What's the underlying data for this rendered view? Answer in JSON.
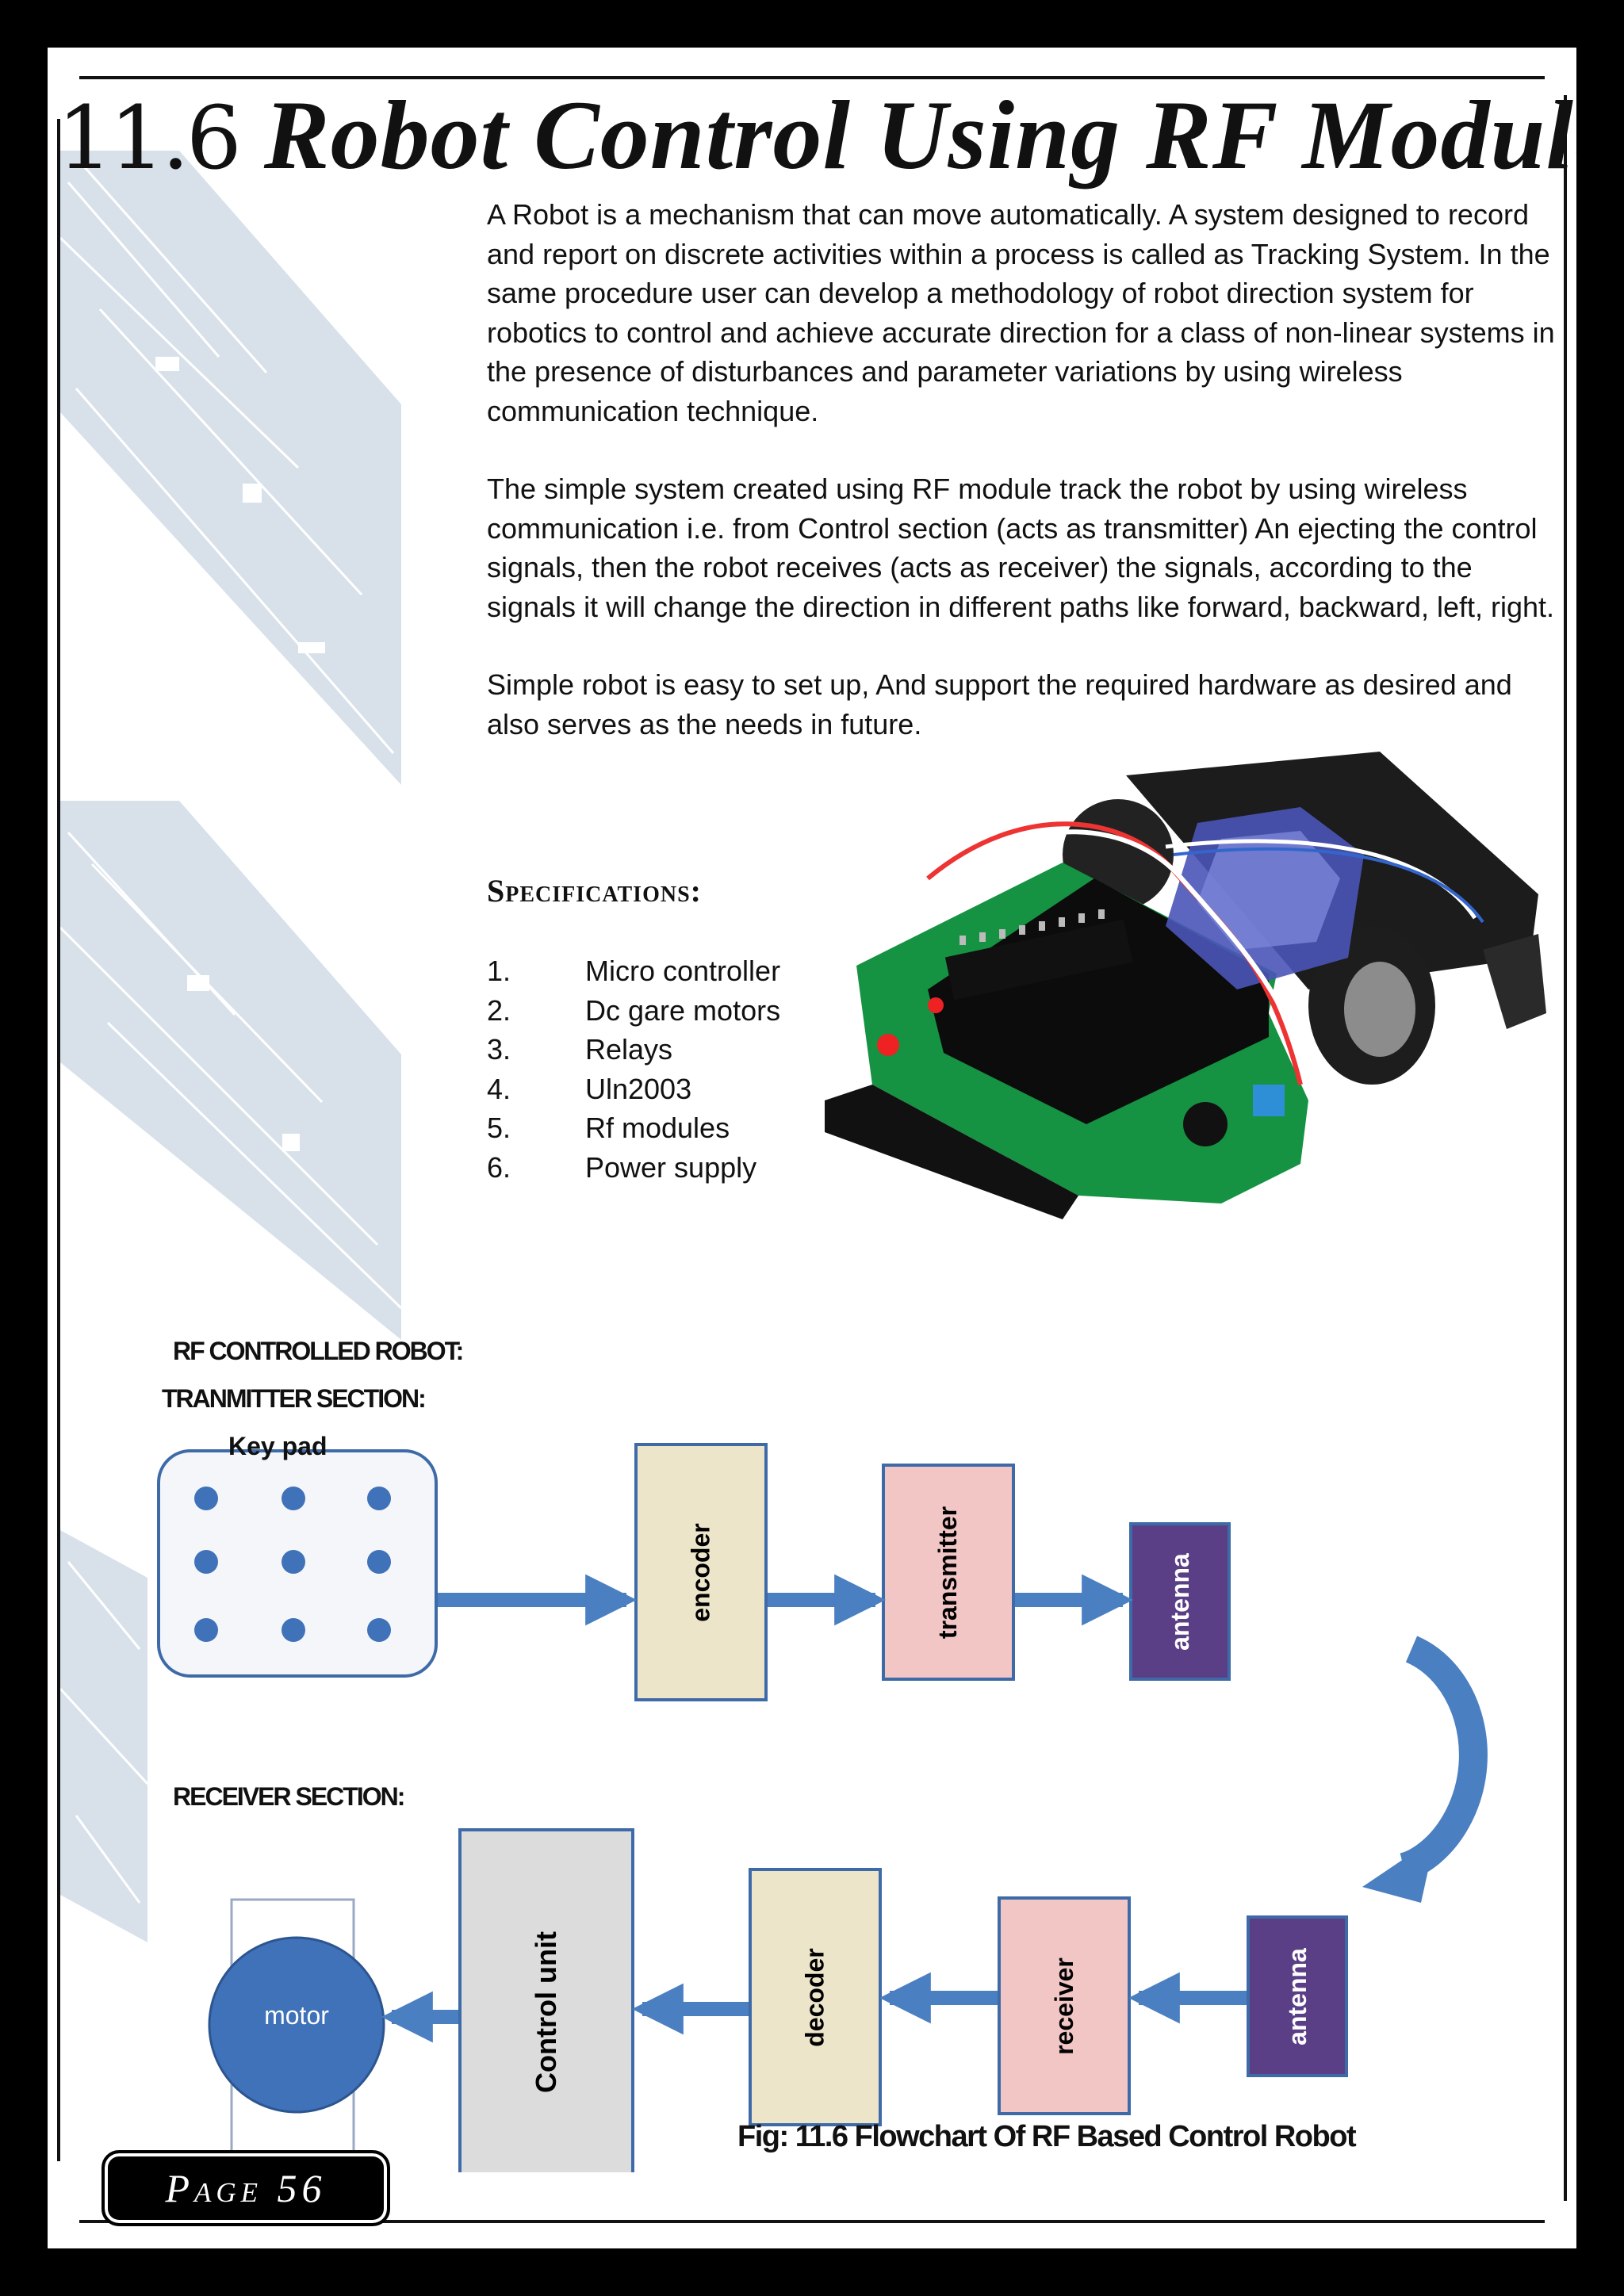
{
  "header": {
    "number": "11.6",
    "title": "Robot Control Using RF Module"
  },
  "paragraphs": [
    "A Robot is a mechanism that can move automatically. A system designed to record and report on discrete activities within a process is called as Tracking System. In the same procedure user can develop a methodology of robot direction system for robotics to control and achieve accurate direction for a class of non-linear systems in the presence of disturbances and parameter variations by using wireless communication technique.",
    "The simple system created using RF module track the robot by using wireless communication i.e. from Control section (acts as transmitter) An ejecting the control signals, then the robot receives (acts as receiver) the signals, according to the signals it will change the direction in different paths like forward, backward, left, right.",
    "Simple robot is easy to set up, And support the required hardware as desired and also serves as the needs in future."
  ],
  "specifications": {
    "title": "Specifications:",
    "items": [
      {
        "num": "1.",
        "text": "Micro controller"
      },
      {
        "num": "2.",
        "text": "Dc gare motors"
      },
      {
        "num": "3.",
        "text": "Relays"
      },
      {
        "num": "4.",
        "text": "Uln2003"
      },
      {
        "num": "5.",
        "text": "Rf modules"
      },
      {
        "num": "6.",
        "text": "Power supply"
      }
    ]
  },
  "diagram": {
    "heading": "RF CONTROLLED ROBOT:",
    "transmitter_heading": "TRANMITTER SECTION:",
    "keypad_label": "Key pad",
    "encoder": "encoder",
    "transmitter": "transmitter",
    "antenna_tx": "antenna",
    "receiver_heading": "RECEIVER SECTION:",
    "motor": "motor",
    "control_unit": "Control unit",
    "decoder": "decoder",
    "receiver": "receiver",
    "antenna_rx": "antenna",
    "colors": {
      "arrow": "#4a7fc1",
      "encoder": "#ece5c9",
      "transmitter": "#f3c6c6",
      "antenna": "#5b3f86",
      "control": "#dcdcdc",
      "motor": "#3f72b8"
    }
  },
  "caption": "Fig: 11.6  Flowchart Of RF Based Control Robot",
  "footer": {
    "page_label": "Page 56"
  }
}
